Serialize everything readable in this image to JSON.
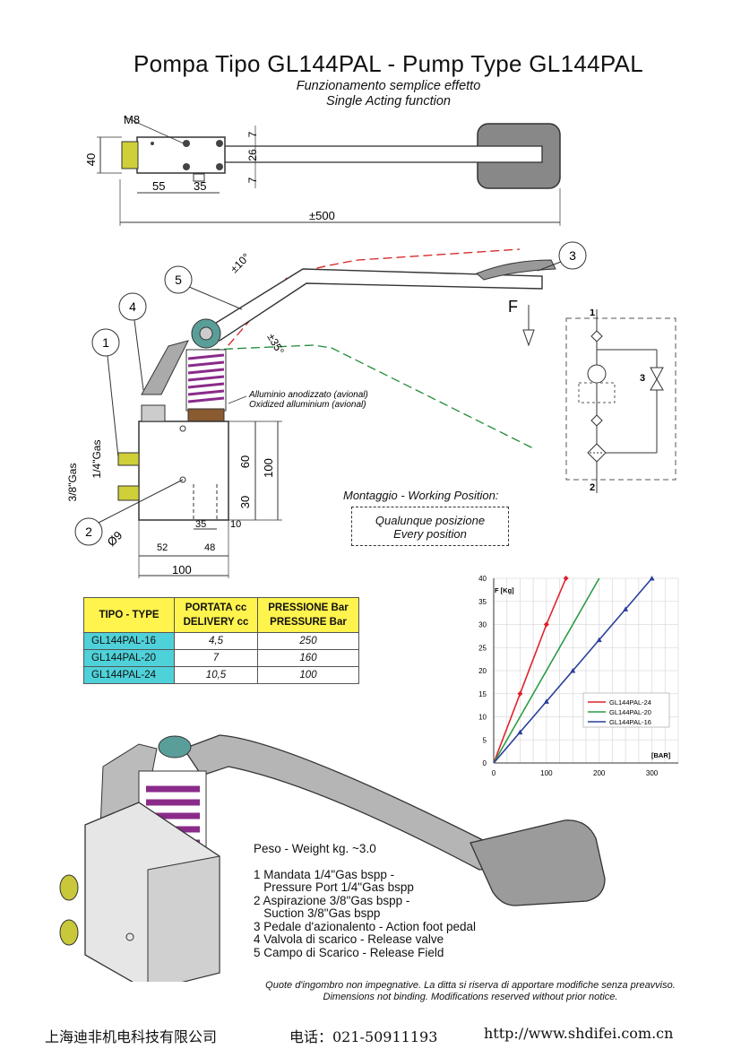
{
  "header": {
    "title": "Pompa Tipo GL144PAL - Pump Type GL144PAL",
    "subtitle_it": "Funzionamento semplice effetto",
    "subtitle_en": "Single Acting function"
  },
  "top_drawing": {
    "thread_label": "M8",
    "dim_height": "40",
    "dim_55": "55",
    "dim_35": "35",
    "dim_7a": "7",
    "dim_26": "26",
    "dim_7b": "7",
    "dim_length": "±500"
  },
  "side_drawing": {
    "callouts": [
      "1",
      "2",
      "3",
      "4",
      "5"
    ],
    "angle_up": "±10°",
    "angle_down": "±35°",
    "force_label": "F",
    "material_it": "Alluminio anodizzato (avional)",
    "material_en": "Oxidized alluminium (avional)",
    "port_suction": "3/8\"Gas",
    "port_pressure": "1/4\"Gas",
    "hole": "Ø9",
    "dim_60": "60",
    "dim_30": "30",
    "dim_100v": "100",
    "dim_35": "35",
    "dim_10": "10",
    "dim_52": "52",
    "dim_48": "48",
    "dim_100h": "100"
  },
  "working_position": {
    "title": "Montaggio - Working Position:",
    "line1": "Qualunque posizione",
    "line2": "Every position"
  },
  "hydraulic_symbol": {
    "label_top": "1",
    "label_bottom": "2",
    "label_valve": "3"
  },
  "spec_table": {
    "headers": [
      "TIPO - TYPE",
      "PORTATA cc\nDELIVERY cc",
      "PRESSIONE Bar\nPRESSURE Bar"
    ],
    "header_delivery_1": "PORTATA cc",
    "header_delivery_2": "DELIVERY cc",
    "header_pressure_1": "PRESSIONE Bar",
    "header_pressure_2": "PRESSURE Bar",
    "rows": [
      {
        "type": "GL144PAL-16",
        "delivery": "4,5",
        "pressure": "250"
      },
      {
        "type": "GL144PAL-20",
        "delivery": "7",
        "pressure": "160"
      },
      {
        "type": "GL144PAL-24",
        "delivery": "10,5",
        "pressure": "100"
      }
    ]
  },
  "chart_data": {
    "type": "line",
    "xlabel": "[BAR]",
    "ylabel": "F [Kg]",
    "xlim": [
      0,
      350
    ],
    "ylim": [
      0,
      40
    ],
    "xticks": [
      0,
      100,
      200,
      300
    ],
    "yticks": [
      0,
      5,
      10,
      15,
      20,
      25,
      30,
      35,
      40
    ],
    "grid": true,
    "legend_position": "right",
    "series": [
      {
        "name": "GL144PAL-24",
        "color": "#e0202a",
        "marker": "diamond",
        "x": [
          0,
          50,
          100,
          137
        ],
        "y": [
          0,
          15,
          30,
          40
        ]
      },
      {
        "name": "GL144PAL-20",
        "color": "#2e9b47",
        "marker": "none",
        "x": [
          0,
          200
        ],
        "y": [
          0,
          40
        ]
      },
      {
        "name": "GL144PAL-16",
        "color": "#2a3f9a",
        "marker": "triangle",
        "x": [
          0,
          50,
          100,
          150,
          200,
          250,
          300
        ],
        "y": [
          0,
          6.67,
          13.33,
          20,
          26.67,
          33.33,
          40
        ]
      }
    ]
  },
  "parts": {
    "weight": "Peso - Weight kg. ~3.0",
    "items": [
      "1 Mandata 1/4\"Gas bspp -",
      "   Pressure Port 1/4\"Gas bspp",
      "2 Aspirazione 3/8\"Gas bspp -",
      "   Suction 3/8\"Gas bspp",
      "3 Pedale d'azionalento - Action foot pedal",
      "4 Valvola di scarico - Release valve",
      "5 Campo di Scarico - Release Field"
    ]
  },
  "notes": {
    "line1": "Quote d'ingombro non impegnative. La ditta si riserva di apportare modifiche senza preavviso.",
    "line2": "Dimensions not binding. Modifications reserved without  prior notice."
  },
  "footer": {
    "company": "上海迪非机电科技有限公司",
    "phone": "电话：021-50911193",
    "url": "http://www.shdifei.com.cn"
  }
}
